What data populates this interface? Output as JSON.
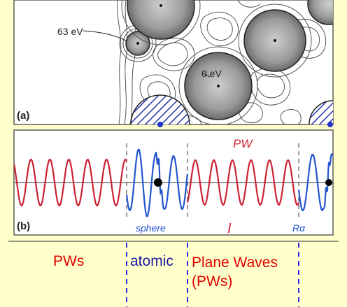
{
  "panel_a": {
    "panel_label": "(a)",
    "energy_high": "63 eV",
    "energy_low": "0 eV"
  },
  "panel_b": {
    "panel_label": "(b)",
    "hand_pw": "PW",
    "hand_sphere": "sphere",
    "hand_region": "I",
    "hand_radius": "Rα"
  },
  "bottom": {
    "pws": "PWs",
    "atomic": "atomic",
    "plane_line1": "Plane Waves",
    "plane_line2": "(PWs)"
  },
  "colors": {
    "background": "#ffffcc",
    "pw_wave": "#cc2233",
    "atomic_wave": "#2255cc",
    "label_red": "#e00000",
    "label_blue": "#1a1aa0",
    "divider": "#2a2aee"
  }
}
